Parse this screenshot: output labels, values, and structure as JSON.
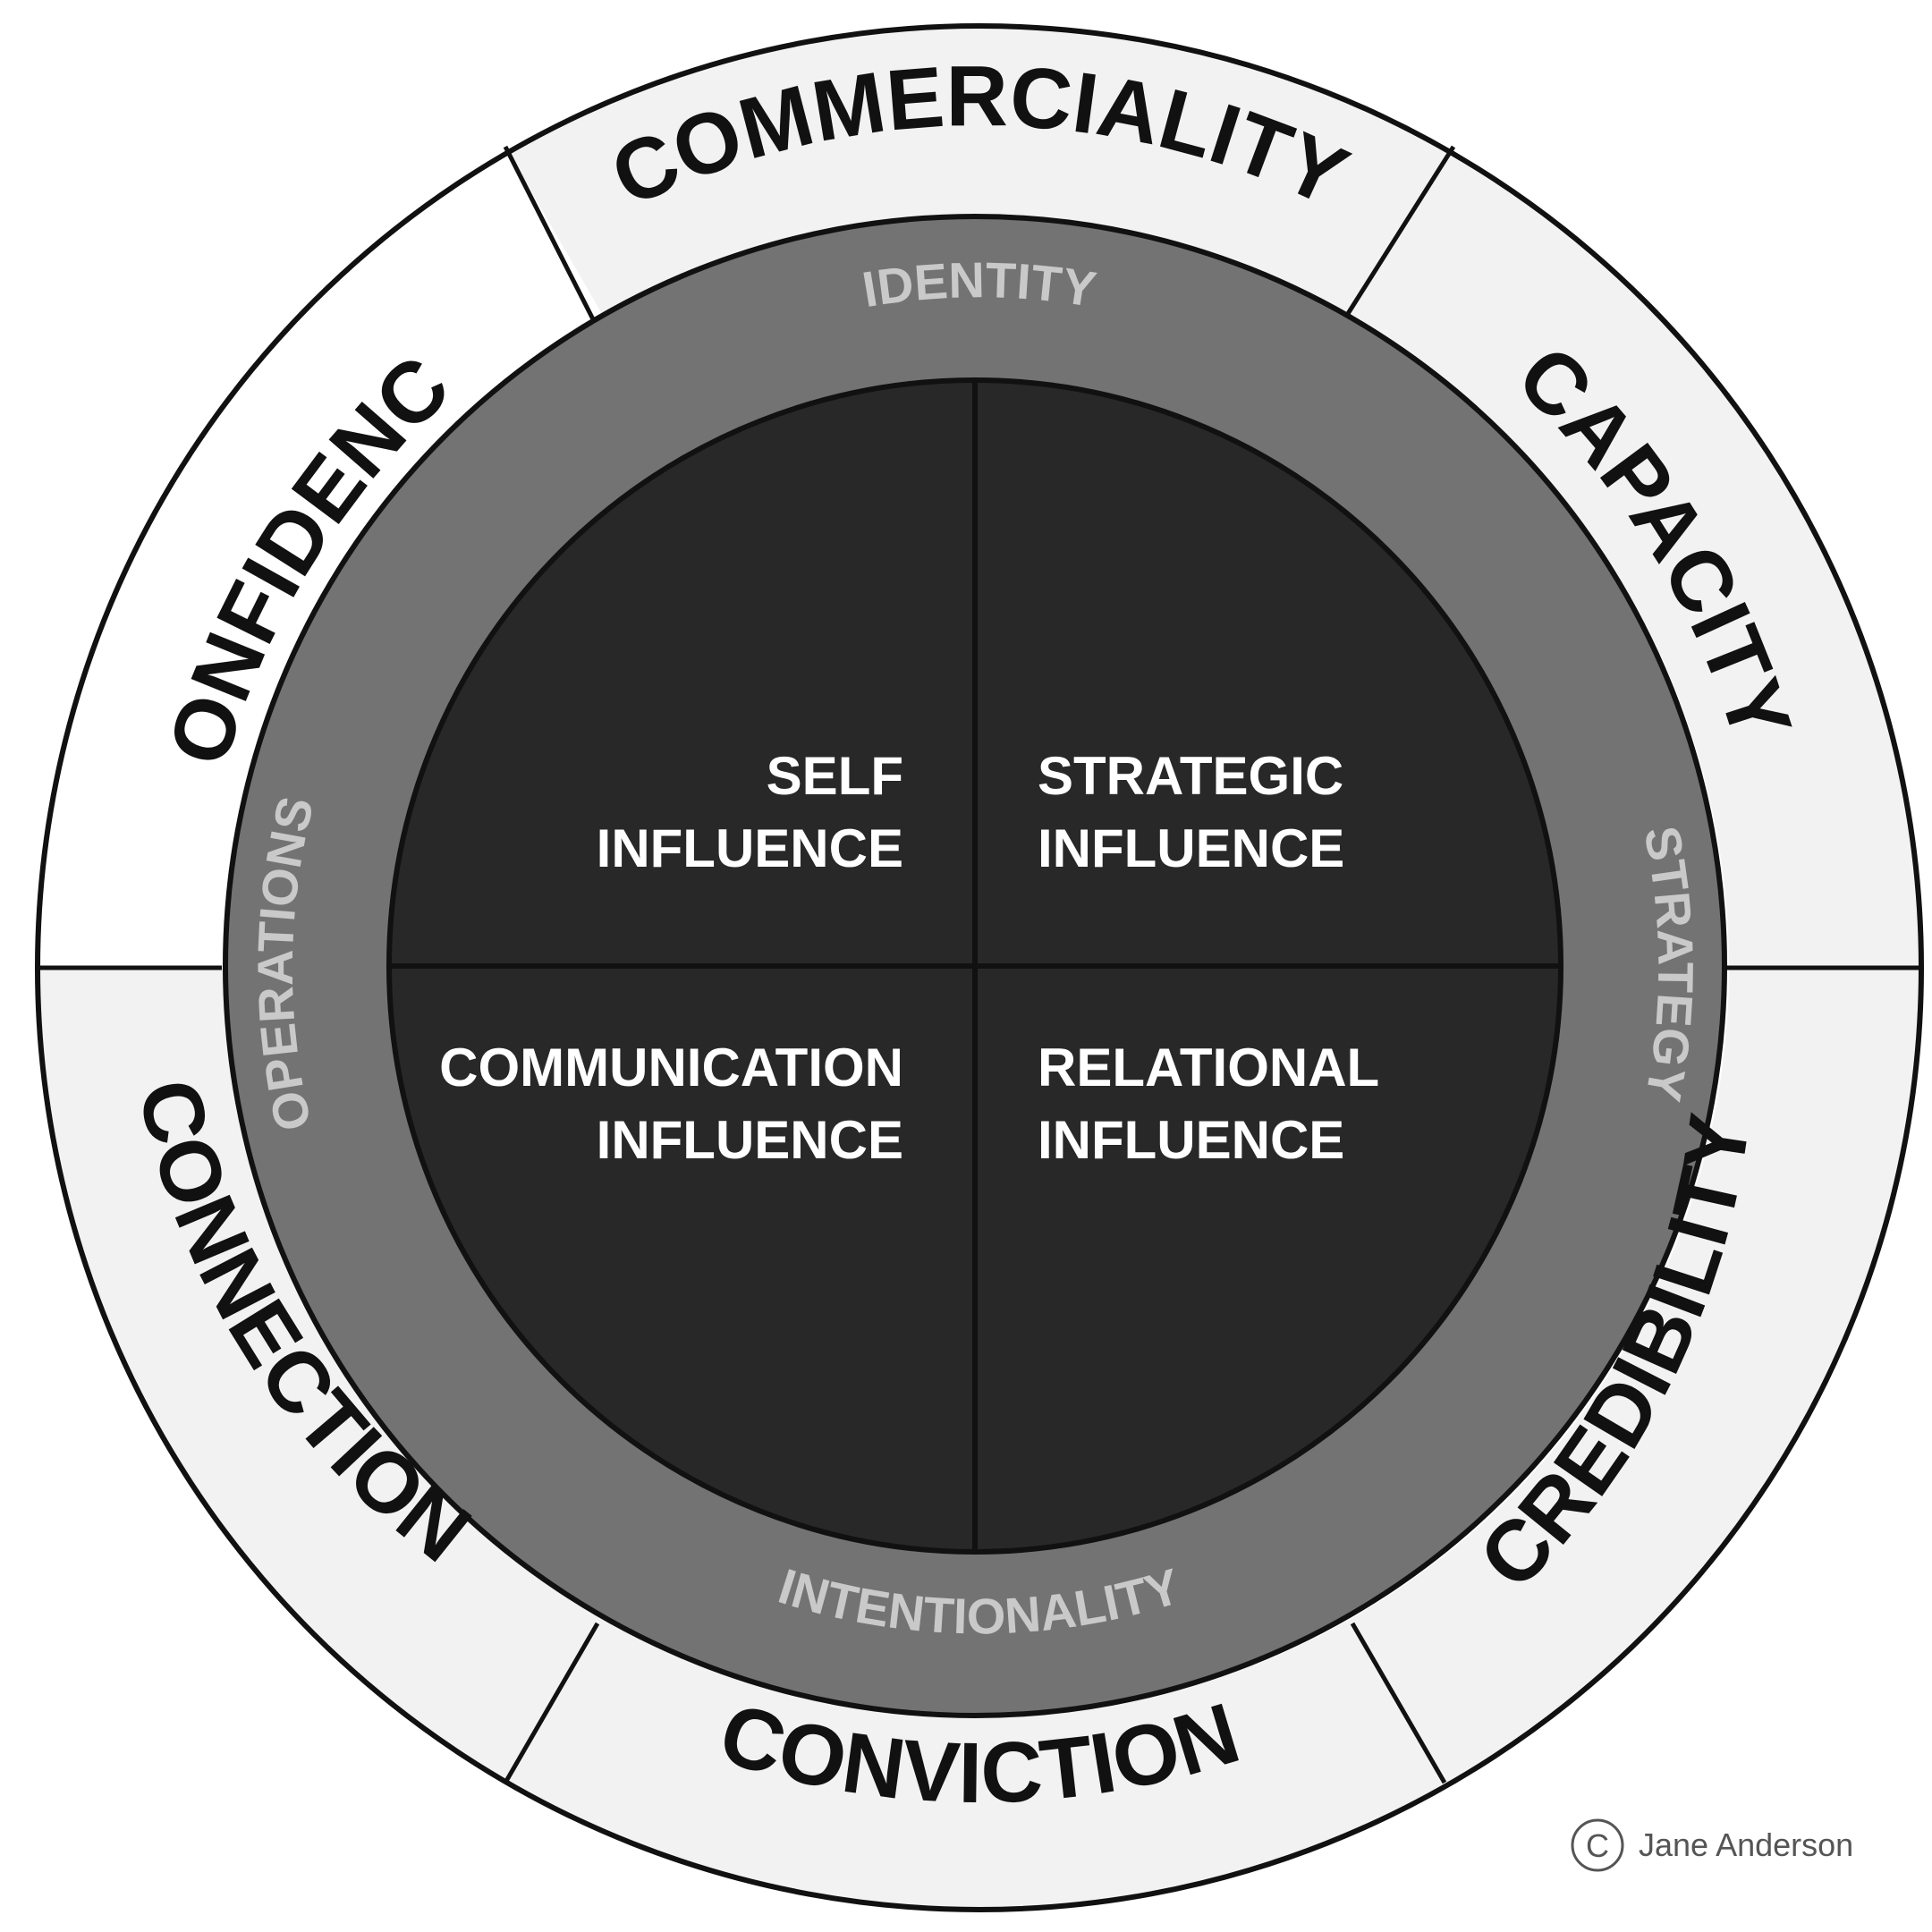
{
  "diagram": {
    "outer_ring": {
      "segments": [
        {
          "label": "COMMERCIALITY",
          "shaded": true
        },
        {
          "label": "CAPACITY",
          "shaded": true
        },
        {
          "label": "CREDIBILITY",
          "shaded": true
        },
        {
          "label": "CONVICTION",
          "shaded": true
        },
        {
          "label": "CONNECTION",
          "shaded": true
        },
        {
          "label": "CONFIDENCE",
          "shaded": false
        }
      ]
    },
    "middle_ring": {
      "labels": {
        "top": "IDENTITY",
        "right": "STRATEGY",
        "bottom": "INTENTIONALITY",
        "left": "OPERATIONS"
      }
    },
    "core": {
      "quadrants": {
        "top_left": {
          "line1": "SELF",
          "line2": "INFLUENCE"
        },
        "top_right": {
          "line1": "STRATEGIC",
          "line2": "INFLUENCE"
        },
        "bottom_left": {
          "line1": "COMMUNICATION",
          "line2": "INFLUENCE"
        },
        "bottom_right": {
          "line1": "RELATIONAL",
          "line2": "INFLUENCE"
        }
      }
    },
    "colors": {
      "outer_fill_shaded": "#f2f2f2",
      "outer_fill_plain": "#ffffff",
      "middle_ring": "#737373",
      "core": "#282828",
      "stroke": "#111111"
    },
    "credit": {
      "symbol": "C",
      "name": "Jane Anderson"
    }
  }
}
